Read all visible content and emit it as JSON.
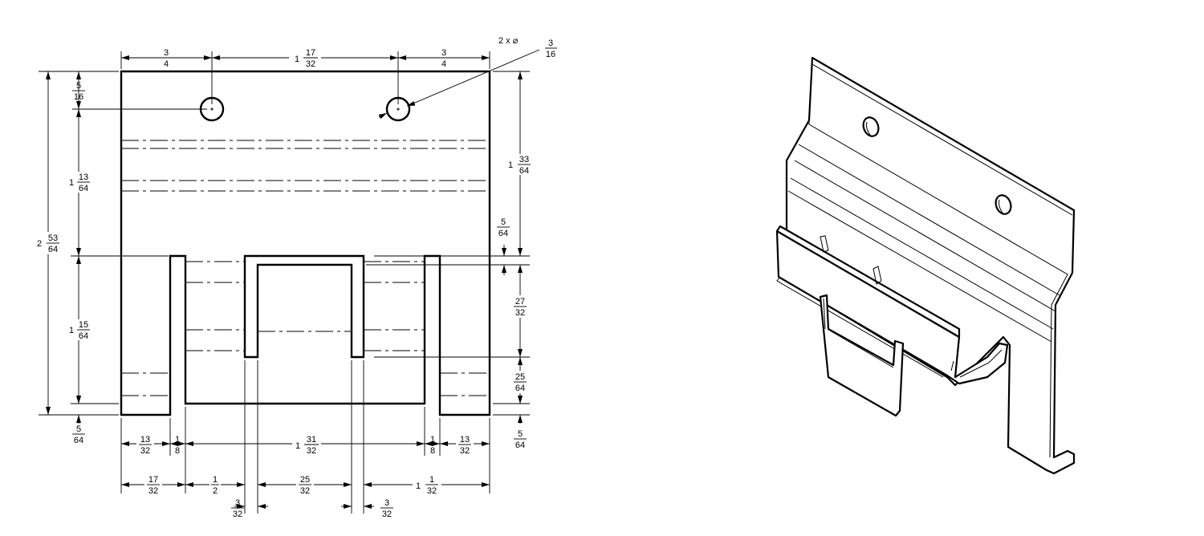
{
  "dimensions": {
    "hole_callout": {
      "prefix": "2  x  ⌀",
      "num": "3",
      "den": "16"
    },
    "top_left_width": {
      "num": "3",
      "den": "4"
    },
    "hole_spacing": {
      "whole": "1",
      "num": "17",
      "den": "32"
    },
    "top_right_width": {
      "num": "3",
      "den": "4"
    },
    "hole_from_top": {
      "num": "5",
      "den": "16"
    },
    "upper_left_height": {
      "whole": "1",
      "num": "13",
      "den": "64"
    },
    "overall_height": {
      "whole": "2",
      "num": "53",
      "den": "64"
    },
    "lower_left_height": {
      "whole": "1",
      "num": "15",
      "den": "64"
    },
    "bottom_left_small": {
      "num": "5",
      "den": "64"
    },
    "right_upper_height": {
      "whole": "1",
      "num": "33",
      "den": "64"
    },
    "right_gap": {
      "num": "5",
      "den": "64"
    },
    "right_slot_height": {
      "num": "27",
      "den": "32"
    },
    "right_lower": {
      "num": "25",
      "den": "64"
    },
    "right_bottom_small": {
      "num": "5",
      "den": "64"
    },
    "row1_left_leg": {
      "num": "13",
      "den": "32"
    },
    "row1_left_strip": {
      "num": "1",
      "den": "8"
    },
    "row1_center": {
      "whole": "1",
      "num": "31",
      "den": "32"
    },
    "row1_right_strip": {
      "num": "1",
      "den": "8"
    },
    "row1_right_leg": {
      "num": "13",
      "den": "32"
    },
    "row2_left": {
      "num": "17",
      "den": "32"
    },
    "row2_half": {
      "num": "1",
      "den": "2"
    },
    "row2_slot": {
      "num": "25",
      "den": "32"
    },
    "row2_right": {
      "whole": "1",
      "num": "1",
      "den": "32"
    },
    "row3_left_wall": {
      "num": "3",
      "den": "32"
    },
    "row3_right_wall": {
      "num": "3",
      "den": "32"
    }
  }
}
